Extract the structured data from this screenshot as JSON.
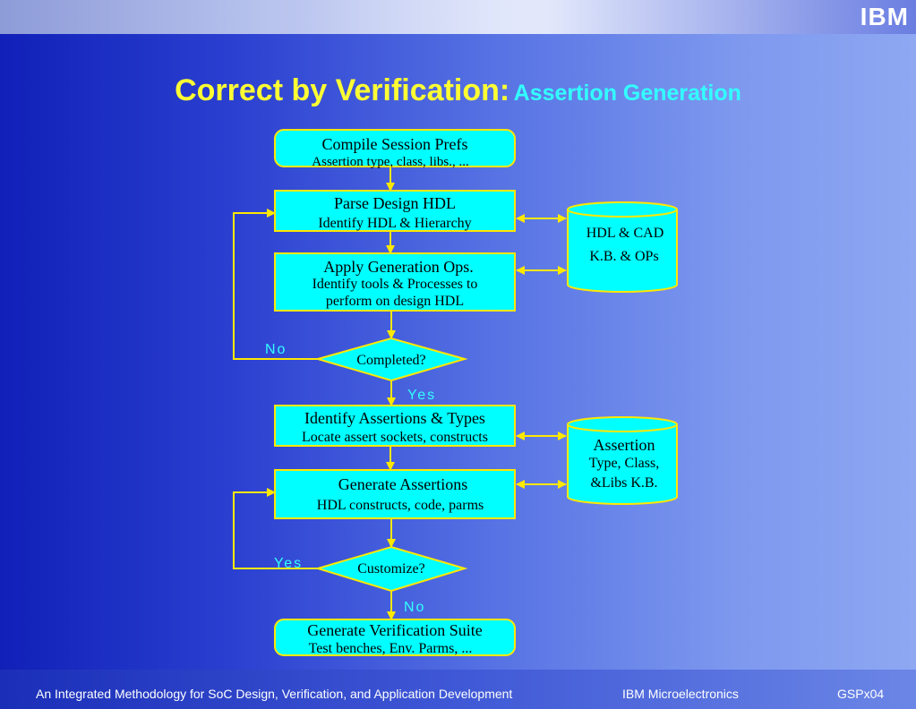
{
  "slide": {
    "logo": "IBM",
    "title_main": "Correct by Verification:",
    "title_sub": "Assertion Generation"
  },
  "flow": {
    "compile": {
      "line1": "Compile Session Prefs",
      "line2": "Assertion type, class, libs., ..."
    },
    "parse": {
      "line1": "Parse Design HDL",
      "line2": "Identify HDL & Hierarchy"
    },
    "apply": {
      "line1": "Apply Generation Ops.",
      "line2": "Identify tools & Processes to",
      "line3": "perform on design HDL"
    },
    "completed": {
      "label": "Completed?",
      "no": "No",
      "yes": "Yes"
    },
    "identify": {
      "line1": "Identify Assertions & Types",
      "line2": "Locate assert sockets, constructs"
    },
    "generate": {
      "line1": "Generate Assertions",
      "line2": "HDL constructs, code, parms"
    },
    "customize": {
      "label": "Customize?",
      "yes": "Yes",
      "no": "No"
    },
    "suite": {
      "line1": "Generate Verification Suite",
      "line2": "Test benches, Env. Parms, ..."
    },
    "db1": {
      "line1": "HDL & CAD",
      "line2": "K.B. & OPs"
    },
    "db2": {
      "line1": "Assertion",
      "line2": "Type, Class,",
      "line3": "&Libs K.B."
    }
  },
  "footer": {
    "left": "An Integrated Methodology for SoC Design, Verification, and Application Development",
    "center": "IBM Microelectronics",
    "right": "GSPx04"
  },
  "colors": {
    "box_fill": "#00ffff",
    "box_stroke": "#ffe800",
    "title": "#ffff33",
    "subtitle": "#33ffff"
  }
}
